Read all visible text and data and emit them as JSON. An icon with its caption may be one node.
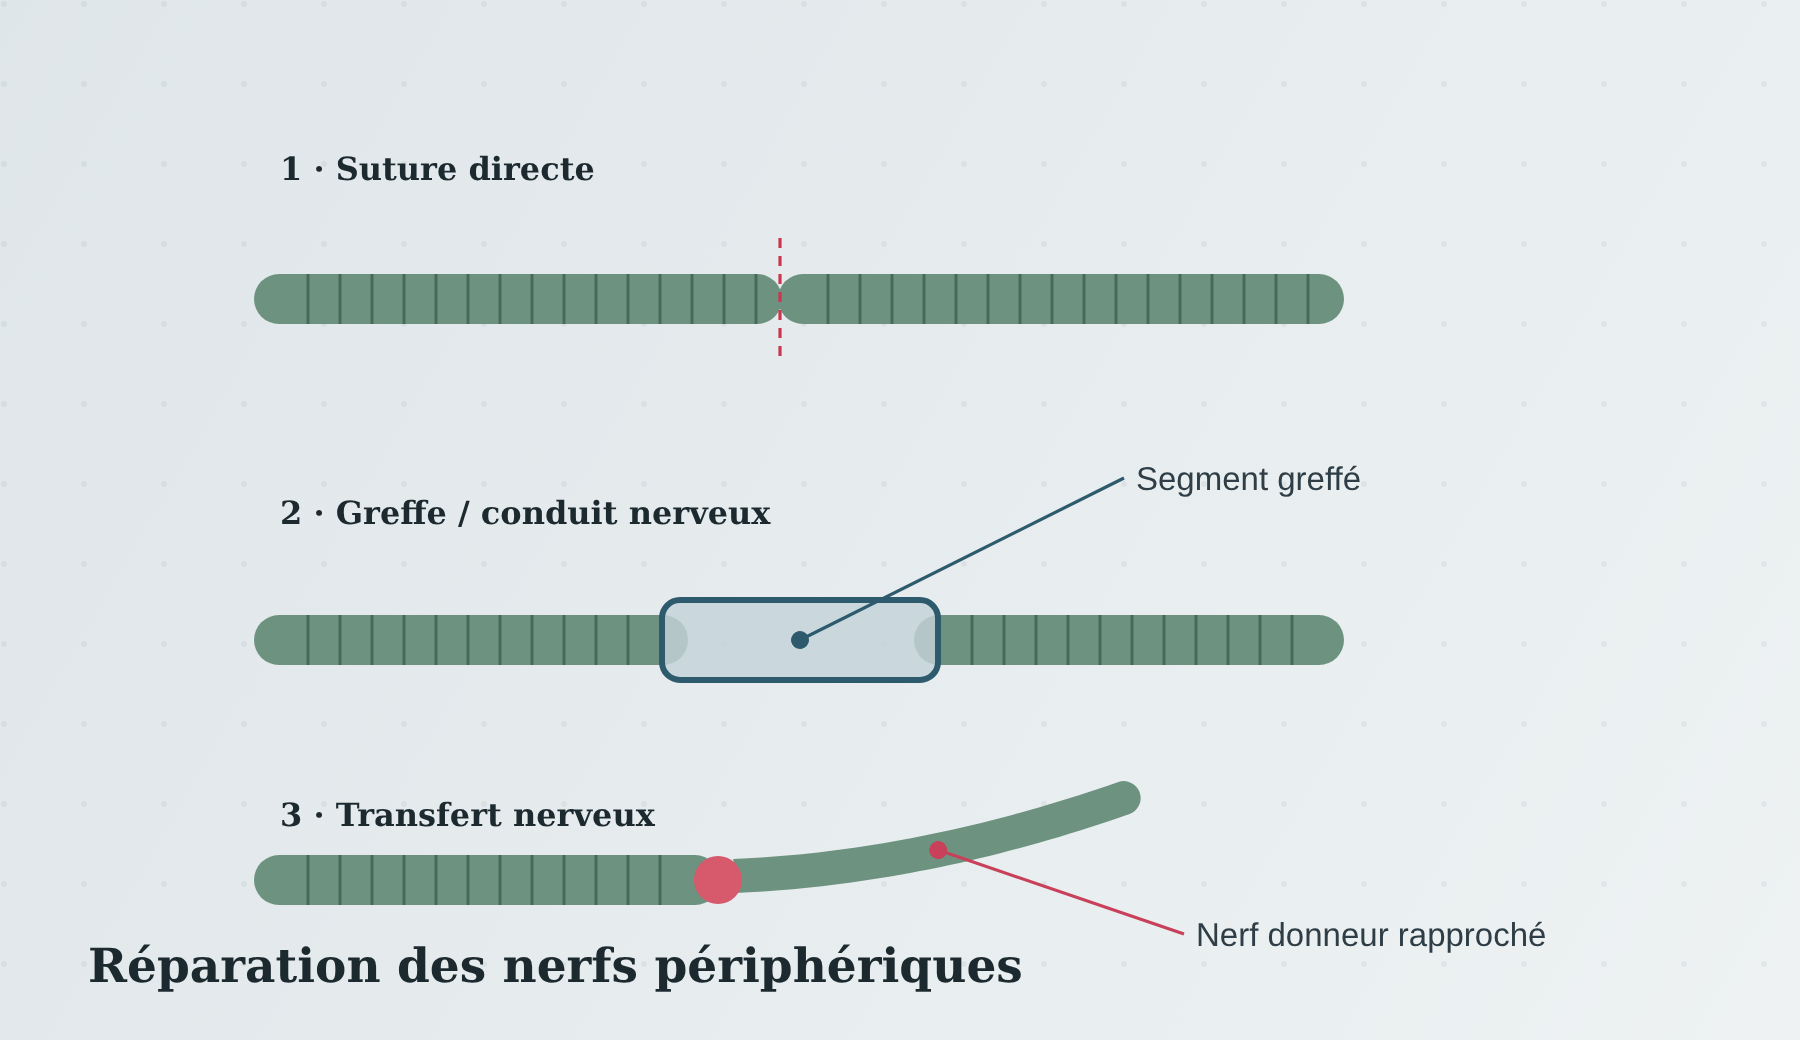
{
  "diagram": {
    "title": "Réparation des nerfs périphériques",
    "nodes": [
      {
        "text": [
          "Segment greffé"
        ]
      },
      {
        "text": [],
        "shape": "box"
      },
      {
        "text": [
          "Nerf donneur rapproché"
        ]
      },
      {
        "text": [],
        "shape": "bar"
      }
    ],
    "edges": [
      {
        "from": 0,
        "to": 1,
        "arrow": "other",
        "color": "#2e5a6e"
      },
      {
        "from": 2,
        "to": 3,
        "arrow": "other",
        "color": "#c8405a"
      }
    ],
    "labels": [
      "1 · Suture directe",
      "2 · Greffe / conduit nerveux",
      "3 · Transfert nerveux"
    ]
  }
}
